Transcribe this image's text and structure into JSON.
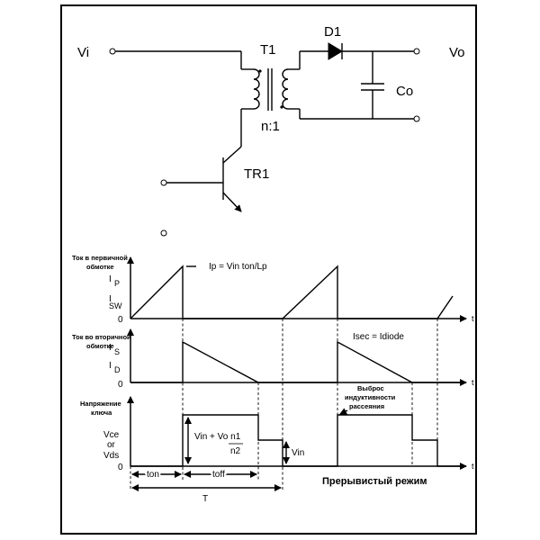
{
  "circuit": {
    "input_label": "Vi",
    "output_label": "Vo",
    "transformer_label": "T1",
    "turns_ratio_label": "n:1",
    "diode_label": "D1",
    "capacitor_label": "Co",
    "transistor_label": "TR1"
  },
  "graphs": {
    "primary_current": {
      "title_line1": "Ток в первичной",
      "title_line2": "обмотке",
      "label_ip_main": "I",
      "label_ip_sub": "P",
      "label_isw_main": "I",
      "label_isw_sub": "SW",
      "zero": "0",
      "t_label": "t",
      "annotation": "Ip = Vin ton/Lp"
    },
    "secondary_current": {
      "title_line1": "Ток во вторичной",
      "title_line2": "обмотке",
      "label_is_main": "I",
      "label_is_sub": "S",
      "label_id_main": "I",
      "label_id_sub": "D",
      "zero": "0",
      "t_label": "t",
      "annotation": "Isec = Idiode"
    },
    "switch_voltage": {
      "title_line1": "Напряжение",
      "title_line2": "ключа",
      "label_vce": "Vce",
      "label_or": "or",
      "label_vds": "Vds",
      "zero": "0",
      "t_label": "t",
      "formula_top": "Vin + Vo n1",
      "formula_bottom": "n2",
      "vin_label": "Vin",
      "leakage_line1": "Выброс",
      "leakage_line2": "индуктивности",
      "leakage_line3": "рассеяния"
    },
    "timing": {
      "ton": "ton",
      "toff": "toff",
      "period": "T",
      "mode": "Прерывистый режим"
    }
  }
}
